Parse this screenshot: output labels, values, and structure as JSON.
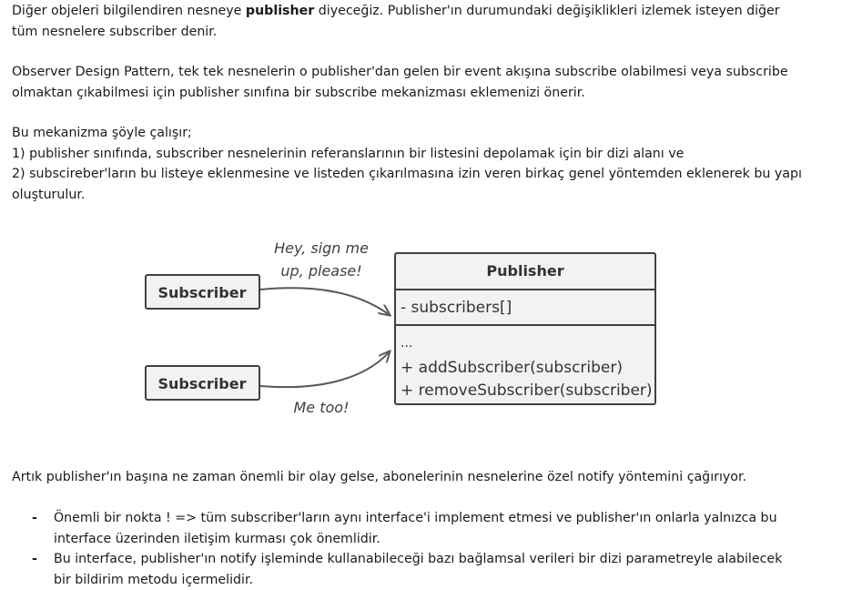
{
  "intro": {
    "part1": "Diğer objeleri bilgilendiren nesneye ",
    "bold": "publisher",
    "part2": " diyeceğiz. Publisher'ın durumundaki değişiklikleri izlemek isteyen diğer",
    "line2": "tüm nesnelere subscriber denir."
  },
  "pattern": {
    "line1": "Observer Design Pattern, tek tek nesnelerin o publisher'dan gelen bir event akışına subscribe olabilmesi veya subscribe",
    "line2": "olmaktan çıkabilmesi için publisher sınıfına bir subscribe mekanizması eklemenizi önerir."
  },
  "mechanism": {
    "line1": "Bu mekanizma şöyle çalışır;",
    "line2": "1) publisher sınıfında, subscriber nesnelerinin referanslarının bir listesini depolamak için bir dizi alanı ve",
    "line3": "2) subscireber'ların bu listeye eklenmesine ve listeden çıkarılmasına izin veren birkaç genel yöntemden eklenerek bu yapı",
    "line4": "oluşturulur."
  },
  "diagram": {
    "subscriber1": "Subscriber",
    "subscriber2": "Subscriber",
    "note_top_1": "Hey, sign me",
    "note_top_2": "up, please!",
    "note_bottom": "Me too!",
    "publisher_title": "Publisher",
    "field": "- subscribers[]",
    "method_ellipsis": "...",
    "method_add": "+ addSubscriber(subscriber)",
    "method_remove": "+ removeSubscriber(subscriber)",
    "colors": {
      "box_fill": "#f2f2f2",
      "box_stroke": "#404040",
      "arrow": "#595959",
      "note_text": "#404040"
    }
  },
  "notify": {
    "line": "Artık publisher'ın başına ne zaman önemli bir olay gelse, abonelerinin nesnelerine özel notify yöntemini çağırıyor."
  },
  "bullets": [
    {
      "dash": "-",
      "line1": "Önemli bir nokta ! => tüm subscriber'ların aynı interface'i implement etmesi ve publisher'ın onlarla yalnızca bu",
      "line2": "interface üzerinden iletişim kurması çok önemlidir."
    },
    {
      "dash": "-",
      "line1": "Bu interface, publisher'ın notify işleminde kullanabileceği bazı bağlamsal verileri bir dizi parametreyle alabilecek",
      "line2": "bir bildirim metodu içermelidir."
    }
  ]
}
